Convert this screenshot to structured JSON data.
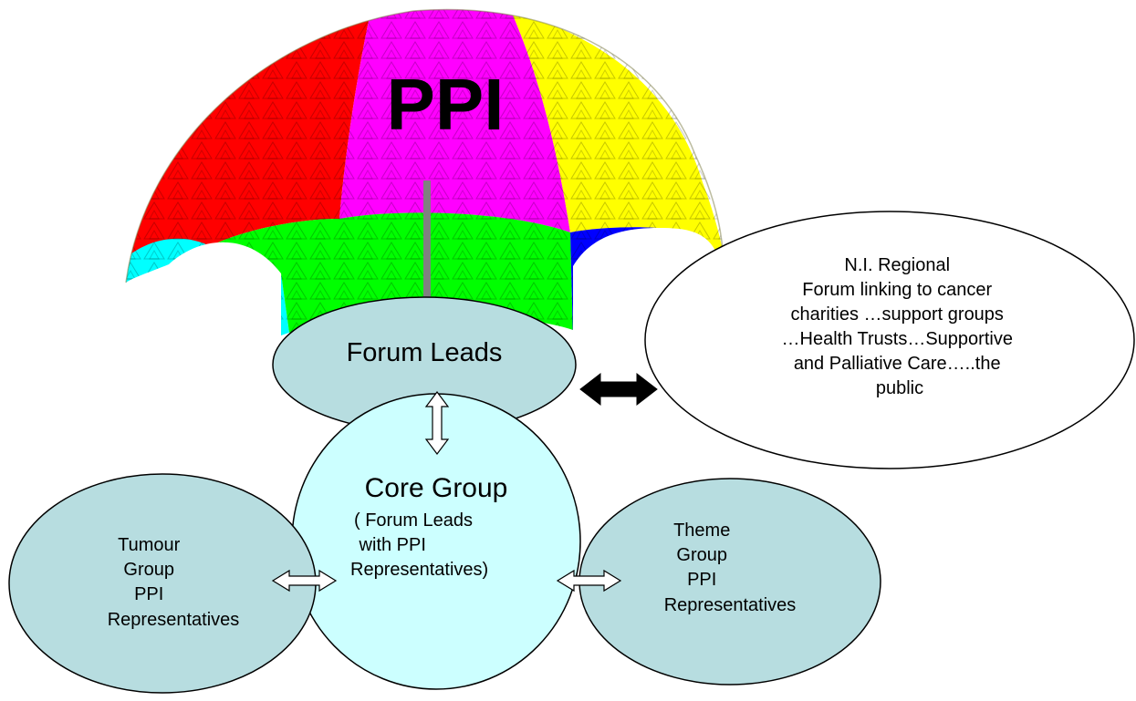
{
  "umbrella": {
    "title": "PPI",
    "colors": {
      "red": "#ff0000",
      "magenta": "#ff00ff",
      "yellow": "#ffff00",
      "cyan": "#00ffff",
      "green": "#00ff00",
      "blue": "#0000ff",
      "pole": "#808080"
    }
  },
  "nodes": {
    "forum_leads": {
      "label": "Forum Leads",
      "fill": "#b7dde0"
    },
    "regional_forum": {
      "lines": [
        "N.I. Regional",
        "Forum linking to cancer",
        "charities …support groups",
        "…Health Trusts…Supportive",
        "and Palliative Care…..the",
        "public"
      ],
      "fill": "#ffffff"
    },
    "core_group": {
      "title": "Core Group",
      "lines": [
        "( Forum Leads",
        " with PPI",
        "Representatives)"
      ],
      "fill": "#ccffff"
    },
    "tumour_group": {
      "lines": [
        "Tumour",
        "Group",
        "PPI",
        "Representatives"
      ],
      "fill": "#b7dde0"
    },
    "theme_group": {
      "lines": [
        "Theme",
        "Group",
        "PPI",
        "Representatives"
      ],
      "fill": "#b7dde0"
    }
  }
}
